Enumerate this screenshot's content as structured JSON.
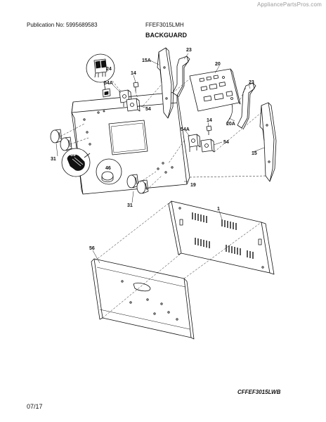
{
  "watermark": "AppliancePartsPros.com",
  "header": {
    "publication": "Publication No: 5995689583",
    "model": "FFEF3015LMH",
    "section_title": "BACKGUARD"
  },
  "footer": {
    "figure_id": "CFFEF3015LWB",
    "date": "07/17"
  },
  "parts": {
    "p24": "24",
    "p14a": "14",
    "p54a_top": "54A",
    "p54_top": "54",
    "p15a": "15A",
    "p23a": "23",
    "p20": "20",
    "p23b": "23",
    "p20a": "20A",
    "p14b": "14",
    "p54a_mid": "54A",
    "p54_mid": "54",
    "p15": "15",
    "p31a": "31",
    "p69": "69",
    "p46": "46",
    "p19": "19",
    "p31b": "31",
    "p1": "1",
    "p56": "56"
  }
}
